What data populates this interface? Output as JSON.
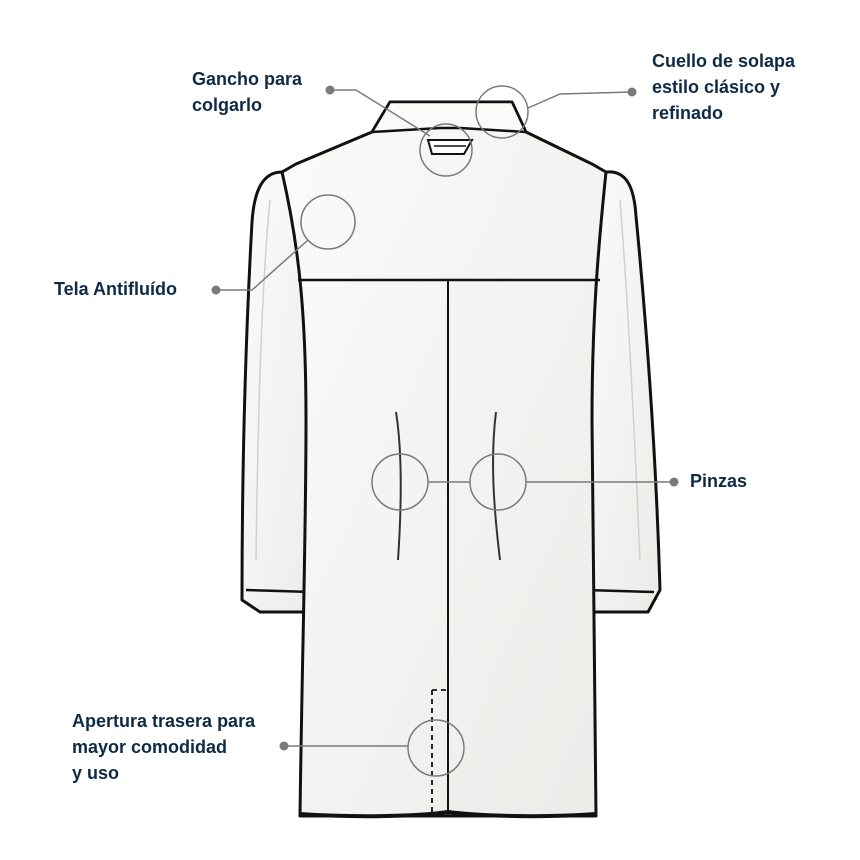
{
  "labels": {
    "hook": "Gancho para\ncolgarlo",
    "collar": "Cuello de solapa\nestilo clásico y\nrefinado",
    "fabric": "Tela Antifluído",
    "darts": "Pinzas",
    "vent": "Apertura trasera para\nmayor comodidad\ny uso"
  },
  "colors": {
    "label_text": "#0e2a47",
    "callout": "#7a7a7a",
    "garment_fill": "#f7f7f5",
    "outline": "#111111"
  }
}
